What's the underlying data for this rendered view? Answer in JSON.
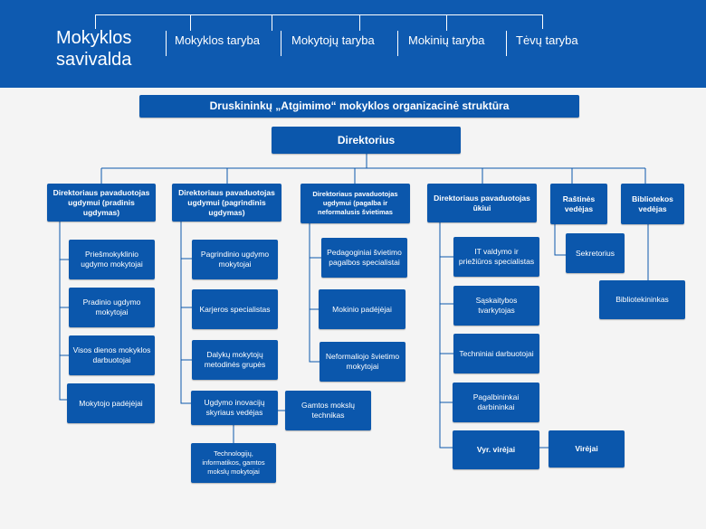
{
  "header": {
    "brand_line1": "Mokyklos",
    "brand_line2": "savivalda",
    "councils": [
      "Mokyklos taryba",
      "Mokytojų taryba",
      "Mokinių taryba",
      "Tėvų taryba"
    ]
  },
  "chart_title": "Druskininkų „Atgimimo“ mokyklos organizacinė struktūra",
  "director": "Direktorius",
  "deputies": {
    "primary": "Direktoriaus pavaduotojas ugdymui (pradinis ugdymas)",
    "basic": "Direktoriaus pavaduotojas ugdymui (pagrindinis ugdymas)",
    "support": "Direktoriaus pavaduotojas ugdymui (pagalba ir neformalusis švietimas",
    "economic": "Direktoriaus pavaduotojas ūkiui",
    "office": "Raštinės vedėjas",
    "library": "Bibliotekos vedėjas"
  },
  "primary_staff": [
    "Priešmokyklinio ugdymo mokytojai",
    "Pradinio ugdymo mokytojai",
    "Visos dienos mokyklos darbuotojai",
    "Mokytojo padėjėjai"
  ],
  "basic_staff": [
    "Pagrindinio ugdymo mokytojai",
    "Karjeros specialistas",
    "Dalykų mokytojų metodinės grupės",
    "Ugdymo inovacijų skyriaus vedėjas"
  ],
  "innovation_sub": {
    "science": "Gamtos mokslų technikas",
    "tech": "Technologijų, informatikos, gamtos mokslų mokytojai"
  },
  "support_staff": [
    "Pedagoginiai švietimo pagalbos specialistai",
    "Mokinio padėjėjai",
    "Neformaliojo švietimo mokytojai"
  ],
  "economic_staff": [
    "IT valdymo ir priežiūros specialistas",
    "Sąskaitybos tvarkytojas",
    "Techniniai darbuotojai",
    "Pagalbininkai darbininkai",
    "Vyr. virėjai"
  ],
  "cooks": "Virėjai",
  "secretary": "Sekretorius",
  "librarian": "Bibliotekininkas",
  "colors": {
    "header": "#0e5ab0",
    "box": "#0b57ac",
    "page": "#f4f4f4"
  }
}
